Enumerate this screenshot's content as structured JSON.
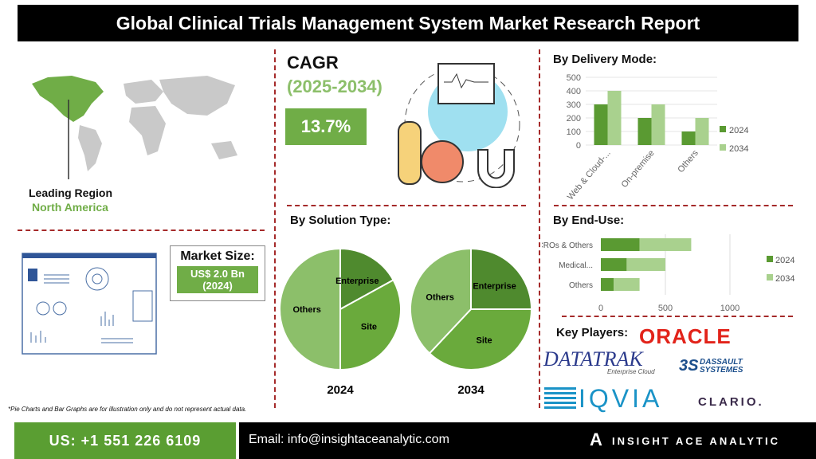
{
  "title": "Global Clinical Trials Management System Market Research Report",
  "region": {
    "label": "Leading Region",
    "value": "North America"
  },
  "market_size": {
    "label": "Market Size:",
    "value": "US$ 2.0 Bn",
    "year": "(2024)"
  },
  "cagr": {
    "label": "CAGR",
    "period": "(2025-2034)",
    "value": "13.7%"
  },
  "footnote": "*Pie Charts and Bar Graphs are for illustration only and do not represent actual data.",
  "footer": {
    "phone": "US: +1 551 226 6109",
    "email": "Email: info@insightaceanalytic.com",
    "brand": "INSIGHT ACE ANALYTIC"
  },
  "key_players": {
    "label": "Key Players:",
    "companies": [
      "ORACLE",
      "DATATRAK",
      "Enterprise Cloud",
      "DASSAULT",
      "SYSTEMES",
      "IQVIA",
      "CLARIO."
    ]
  },
  "colors": {
    "dark": "#5a9a32",
    "light": "#a9d18e",
    "pie_dark": "#4f8a2e",
    "pie_mid": "#6aaa3c",
    "pie_light": "#8cbf6a",
    "title_bg": "#000000",
    "divider": "#a52a2a"
  },
  "chart_data": [
    {
      "type": "bar",
      "title": "By Delivery Mode:",
      "categories": [
        "Web & Cloud-...",
        "On-premise",
        "Others"
      ],
      "series": [
        {
          "name": "2024",
          "values": [
            300,
            200,
            100
          ]
        },
        {
          "name": "2034",
          "values": [
            400,
            300,
            200
          ]
        }
      ],
      "ylim": [
        0,
        500
      ],
      "yticks": [
        "0",
        "100",
        "200",
        "300",
        "400",
        "500"
      ],
      "grid": true,
      "legend": "right"
    },
    {
      "type": "bar",
      "orientation": "horizontal",
      "stacked": true,
      "title": "By End-Use:",
      "categories": [
        "CROs & Others",
        "Medical...",
        "Others"
      ],
      "series": [
        {
          "name": "2024",
          "values": [
            300,
            200,
            100
          ]
        },
        {
          "name": "2034",
          "values": [
            400,
            300,
            200
          ]
        }
      ],
      "xlim": [
        0,
        1000
      ],
      "xticks": [
        "0",
        "500",
        "1000"
      ],
      "legend": "right"
    },
    {
      "type": "pie",
      "title": "By Solution Type:",
      "subtitle": "2024",
      "labels": [
        "Enterprise",
        "Site",
        "Others"
      ],
      "values": [
        17,
        33,
        50
      ]
    },
    {
      "type": "pie",
      "subtitle": "2034",
      "labels": [
        "Enterprise",
        "Site",
        "Others"
      ],
      "values": [
        25,
        37,
        38
      ]
    }
  ]
}
